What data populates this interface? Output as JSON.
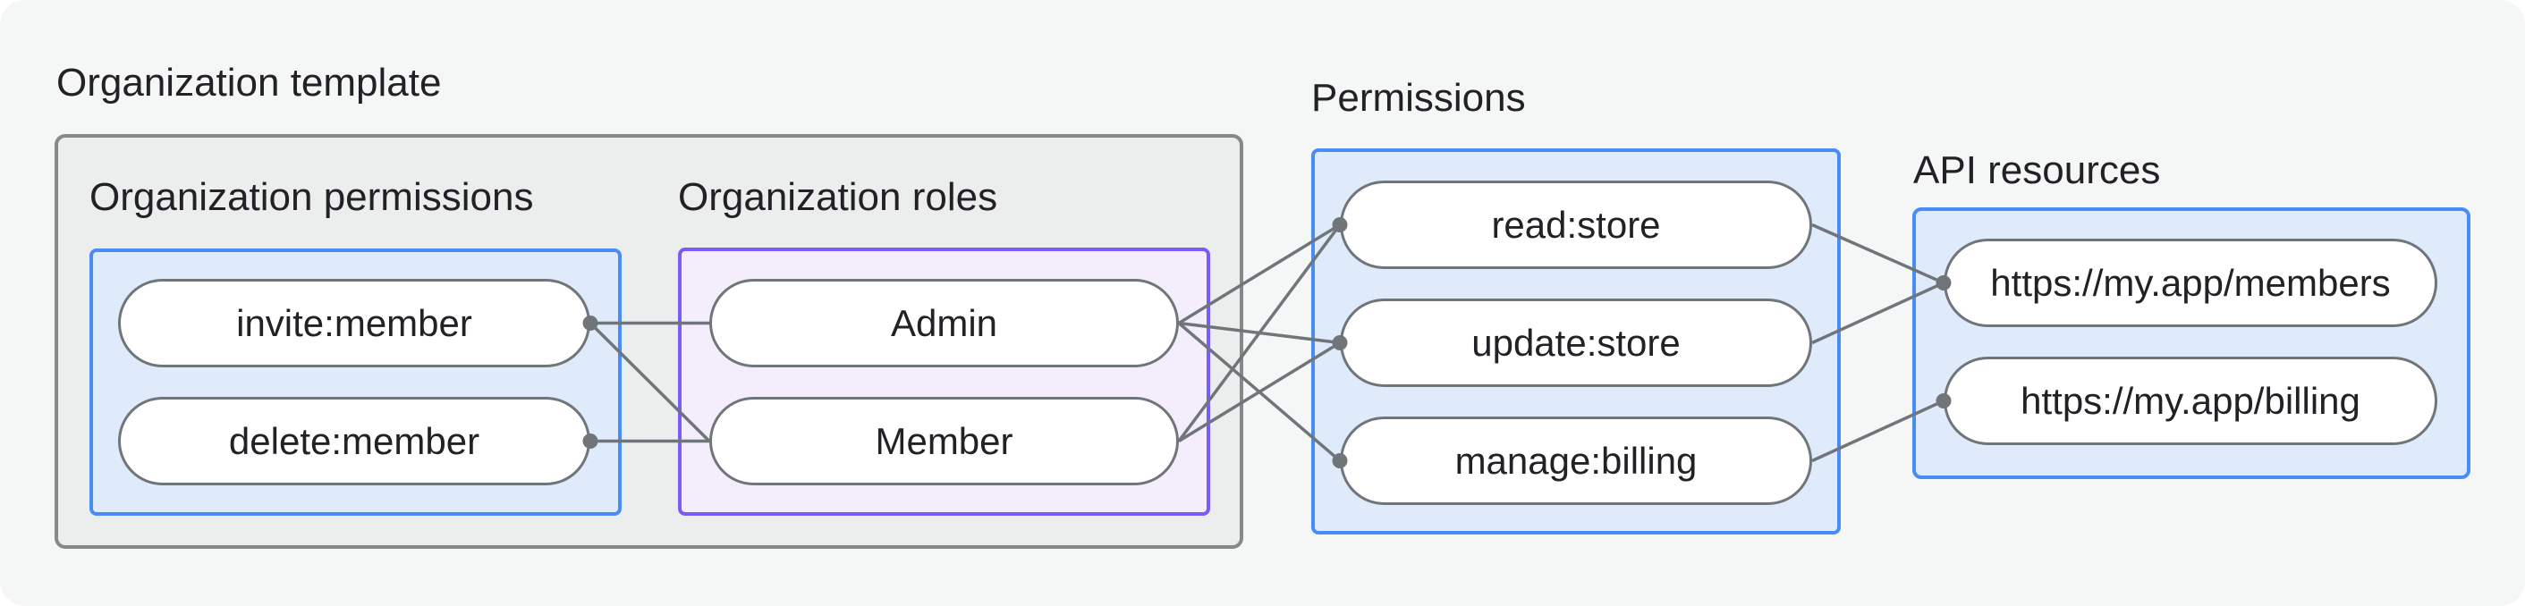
{
  "page": {
    "title": "Organization template"
  },
  "colors": {
    "background": "#F5F6F6",
    "text": "#212126",
    "template_box_fill": "#ECEDED",
    "template_box_border": "#85898C",
    "blue_box_fill": "#DFEBFB",
    "blue_box_border": "#4A8CF5",
    "purple_box_fill": "#F3EDFC",
    "purple_box_border": "#7A5AF8",
    "connector": "#70757A",
    "node_fill": "#FFFFFF"
  },
  "diagram": {
    "groups": [
      {
        "id": "org-permissions",
        "label": "Organization permissions",
        "style": "blue",
        "nodes": [
          {
            "id": "invite",
            "label": "invite:member"
          },
          {
            "id": "delete",
            "label": "delete:member"
          }
        ]
      },
      {
        "id": "org-roles",
        "label": "Organization roles",
        "style": "purple",
        "nodes": [
          {
            "id": "admin",
            "label": "Admin"
          },
          {
            "id": "member",
            "label": "Member"
          }
        ]
      },
      {
        "id": "permissions",
        "label": "Permissions",
        "style": "blue",
        "nodes": [
          {
            "id": "read",
            "label": "read:store"
          },
          {
            "id": "update",
            "label": "update:store"
          },
          {
            "id": "manage",
            "label": "manage:billing"
          }
        ]
      },
      {
        "id": "api-resources",
        "label": "API resources",
        "style": "blue",
        "nodes": [
          {
            "id": "members",
            "label": "https://my.app/members"
          },
          {
            "id": "billing",
            "label": "https://my.app/billing"
          }
        ]
      }
    ],
    "edges": [
      {
        "from": "invite",
        "to": "admin"
      },
      {
        "from": "invite",
        "to": "member"
      },
      {
        "from": "delete",
        "to": "member"
      },
      {
        "from": "admin",
        "to": "read"
      },
      {
        "from": "admin",
        "to": "update"
      },
      {
        "from": "admin",
        "to": "manage"
      },
      {
        "from": "member",
        "to": "read"
      },
      {
        "from": "member",
        "to": "update"
      },
      {
        "from": "read",
        "to": "members"
      },
      {
        "from": "update",
        "to": "members"
      },
      {
        "from": "manage",
        "to": "billing"
      }
    ]
  }
}
